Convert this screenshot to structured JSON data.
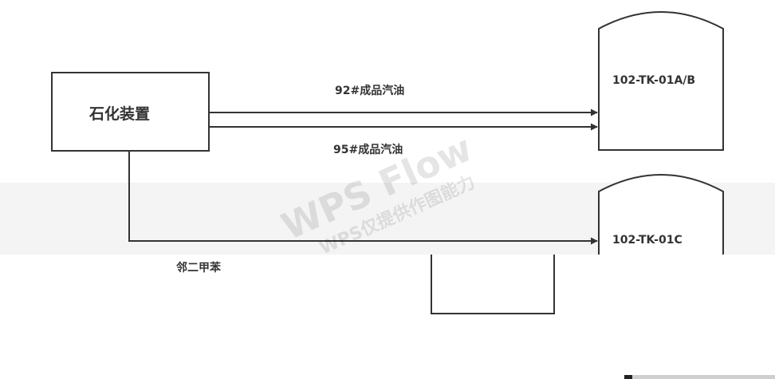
{
  "diagram": {
    "source_unit": "石化装置",
    "flows": [
      {
        "label": "92#成品汽油"
      },
      {
        "label": "95#成品汽油"
      },
      {
        "label": "邻二甲苯"
      }
    ],
    "tanks": [
      {
        "label": "102-TK-01A/B"
      },
      {
        "label": "102-TK-01C"
      }
    ]
  },
  "watermark": {
    "line1": "WPS Flow",
    "line2": "WPS仅提供作图能力"
  },
  "colors": {
    "line": "#333333",
    "text": "#333333",
    "band": "#f2f2f2",
    "watermark": "#d9d9d9"
  }
}
